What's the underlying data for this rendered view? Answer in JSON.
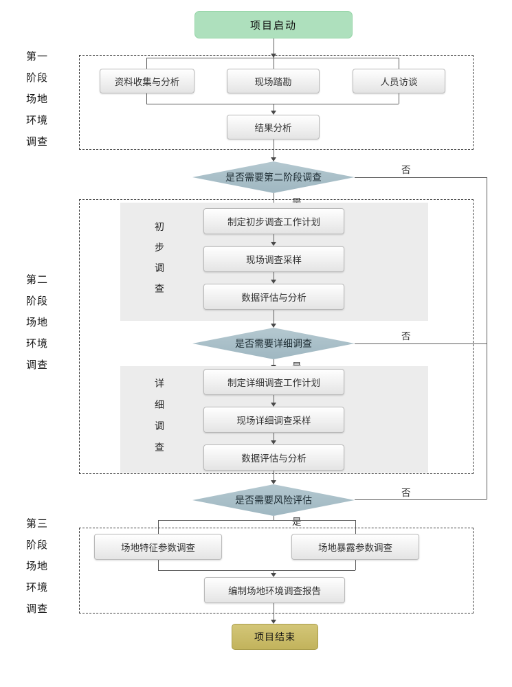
{
  "flow": {
    "start_label": "项目启动",
    "end_label": "项目结束"
  },
  "stage_labels": {
    "stage1": [
      "第一",
      "阶段",
      "场地",
      "环境",
      "调查"
    ],
    "stage2": [
      "第二",
      "阶段",
      "场地",
      "环境",
      "调查"
    ],
    "stage3": [
      "第三",
      "阶段",
      "场地",
      "环境",
      "调查"
    ]
  },
  "stage1": {
    "parallel_steps": [
      "资料收集与分析",
      "现场踏勘",
      "人员访谈"
    ],
    "result_step": "结果分析"
  },
  "decisions": [
    {
      "question": "是否需要第二阶段调查",
      "yes": "是",
      "no": "否"
    },
    {
      "question": "是否需要详细调查",
      "yes": "是",
      "no": "否"
    },
    {
      "question": "是否需要风险评估",
      "yes": "是",
      "no": "否"
    }
  ],
  "stage2": {
    "preliminary": {
      "group_label": [
        "初",
        "步",
        "调",
        "查"
      ],
      "steps": [
        "制定初步调查工作计划",
        "现场调查采样",
        "数据评估与分析"
      ]
    },
    "detailed": {
      "group_label": [
        "详",
        "细",
        "调",
        "查"
      ],
      "steps": [
        "制定详细调查工作计划",
        "现场详细调查采样",
        "数据评估与分析"
      ]
    }
  },
  "stage3": {
    "parallel_steps": [
      "场地特征参数调查",
      "场地暴露参数调查"
    ],
    "report_step": "编制场地环境调查报告"
  },
  "colors": {
    "start_fill": "#aee0bd",
    "end_fill": "#c9bc69",
    "decision_fill": "#a8bfc8",
    "process_fill": "#f2f2f2",
    "process_border": "#b9b9b9",
    "group_fill": "#ececec",
    "dashed_border": "#3c3c3c"
  }
}
